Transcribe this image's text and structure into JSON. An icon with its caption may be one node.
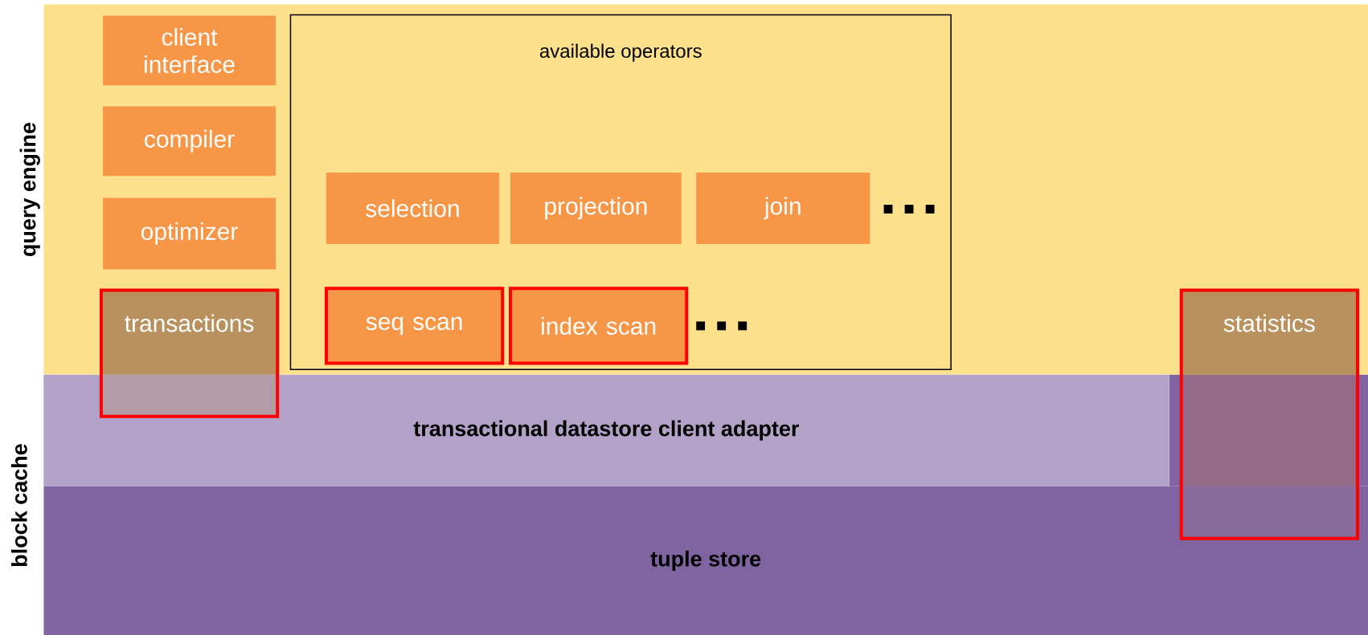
{
  "diagram": {
    "nodes": [
      {
        "text": [
          "query engine"
        ]
      },
      {
        "text": [
          "client interface"
        ],
        "in": 0
      },
      {
        "text": [
          "compiler"
        ],
        "in": 0
      },
      {
        "text": [
          "optimizer"
        ],
        "in": 0
      },
      {
        "text": [
          "transactions"
        ]
      },
      {
        "text": [
          "available operators"
        ],
        "in": 0
      },
      {
        "text": [
          "selection"
        ],
        "in": 5
      },
      {
        "text": [
          "projection"
        ],
        "in": 5
      },
      {
        "text": [
          "join"
        ],
        "in": 5
      },
      {
        "text": [
          "seq scan"
        ],
        "in": 5
      },
      {
        "text": [
          "index scan"
        ],
        "in": 5
      },
      {
        "text": [
          "statistics"
        ]
      },
      {
        "text": [
          "transactional datastore client adapter"
        ]
      },
      {
        "text": [
          "tuple store"
        ]
      }
    ],
    "edges": [],
    "labels": [
      "block cache"
    ]
  }
}
